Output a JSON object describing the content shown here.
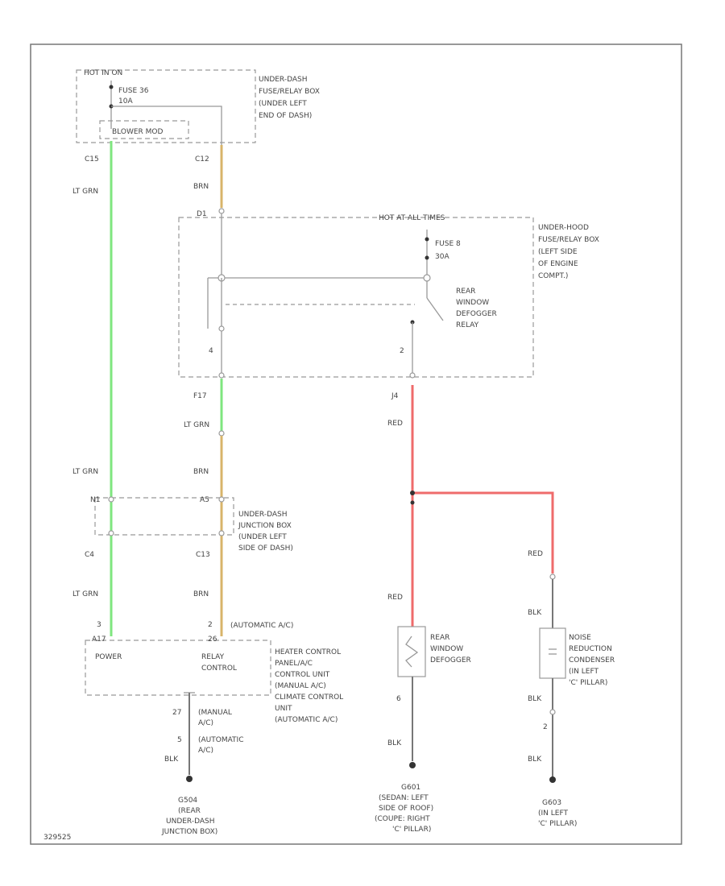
{
  "colors": {
    "wire_lt_grn": "#7fe67f",
    "wire_brn": "#d8b46a",
    "wire_red": "#ef6b6b",
    "wire_blk": "#777777",
    "wire_default": "#999999",
    "background": "#ffffff"
  },
  "labels": {
    "hot_in_on": "HOT IN ON",
    "fuse_36": "FUSE 36",
    "fuse_36_amps": "10A",
    "blower_mod": "BLOWER MOD",
    "under_dash_fuse_box": [
      "UNDER-DASH",
      "FUSE/RELAY BOX",
      "(UNDER LEFT",
      "END OF DASH)"
    ],
    "c1": "C15",
    "c2": "C12",
    "c3": "D1",
    "brn": "BRN",
    "lt_grn": "LT GRN",
    "red": "RED",
    "blk": "BLK",
    "hot_at_all_times": "HOT AT ALL TIMES",
    "fuse_8": "FUSE 8",
    "fuse_8_amps": "30A",
    "under_hood_fuse_box": [
      "UNDER-HOOD",
      "FUSE/RELAY BOX",
      "(LEFT SIDE",
      "OF ENGINE",
      "COMPT.)"
    ],
    "rear_window_defogger_relay": [
      "REAR",
      "WINDOW",
      "DEFOGGER",
      "RELAY"
    ],
    "pin_4": "4",
    "pin_2": "2",
    "pin_3": "3",
    "pin_6": "6",
    "pin_27": "27",
    "pin_5": "5",
    "c4": "F17",
    "c5": "J4",
    "c6": "N1",
    "c7": "C4",
    "c8": "C13",
    "c9": "A5",
    "under_dash_junction_box": [
      "UNDER-DASH",
      "JUNCTION BOX",
      "(UNDER LEFT",
      "SIDE OF DASH)"
    ],
    "automatic_ac_top": "(AUTOMATIC A/C)",
    "c10": "A17",
    "c11": "26",
    "power": "POWER",
    "relay_control": [
      "RELAY",
      "CONTROL"
    ],
    "heater_control": [
      "HEATER CONTROL",
      "PANEL/A/C",
      "CONTROL UNIT",
      "(MANUAL A/C)",
      "CLIMATE CONTROL",
      "UNIT",
      "(AUTOMATIC A/C)"
    ],
    "manual_ac": [
      "(MANUAL",
      "A/C)"
    ],
    "automatic_ac": [
      "(AUTOMATIC",
      "A/C)"
    ],
    "rear_window_defogger": [
      "REAR",
      "WINDOW",
      "DEFOGGER"
    ],
    "noise_condenser": [
      "NOISE",
      "REDUCTION",
      "CONDENSER",
      "(IN LEFT",
      "'C' PILLAR)"
    ],
    "g_left": [
      "G504",
      "(REAR",
      "UNDER-DASH",
      "JUNCTION BOX)"
    ],
    "g_mid": [
      "G601",
      "(SEDAN: LEFT",
      "SIDE OF ROOF)",
      "(COUPE: RIGHT",
      "'C' PILLAR)"
    ],
    "g_right": [
      "G603",
      "(IN LEFT",
      "'C' PILLAR)"
    ],
    "ref": "329525"
  }
}
